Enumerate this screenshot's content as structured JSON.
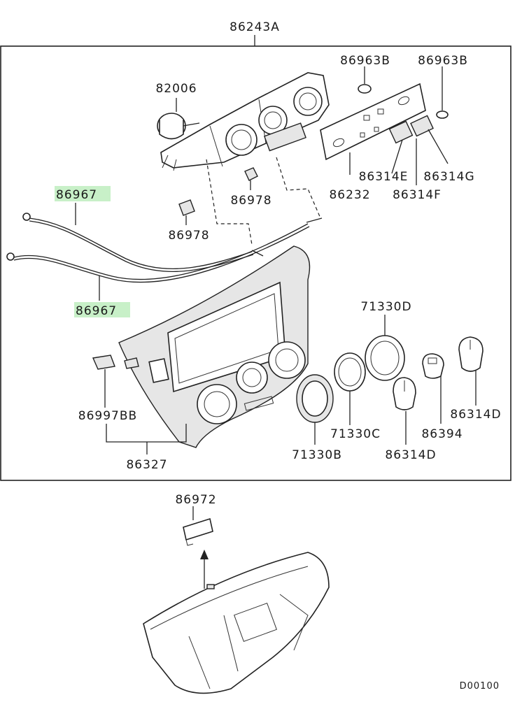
{
  "callouts": {
    "assembly": "86243A",
    "plug_left": "86963B",
    "plug_right": "86963B",
    "motor": "82006",
    "cable_upper": "86967",
    "cable_lower": "86967",
    "clip_center": "86978",
    "clip_left": "86978",
    "panel": "86232",
    "switch_e": "86314E",
    "switch_f": "86314F",
    "switch_g": "86314G",
    "ring_d": "71330D",
    "ring_c": "71330C",
    "ring_b": "71330B",
    "knob_d_right": "86314D",
    "knob_d_center": "86314D",
    "knob_small": "86394",
    "clip_bezel": "86997BB",
    "bezel": "86327",
    "cover": "86972"
  },
  "highlight_color": "#c8f0c8",
  "diagram_code": "D00100"
}
